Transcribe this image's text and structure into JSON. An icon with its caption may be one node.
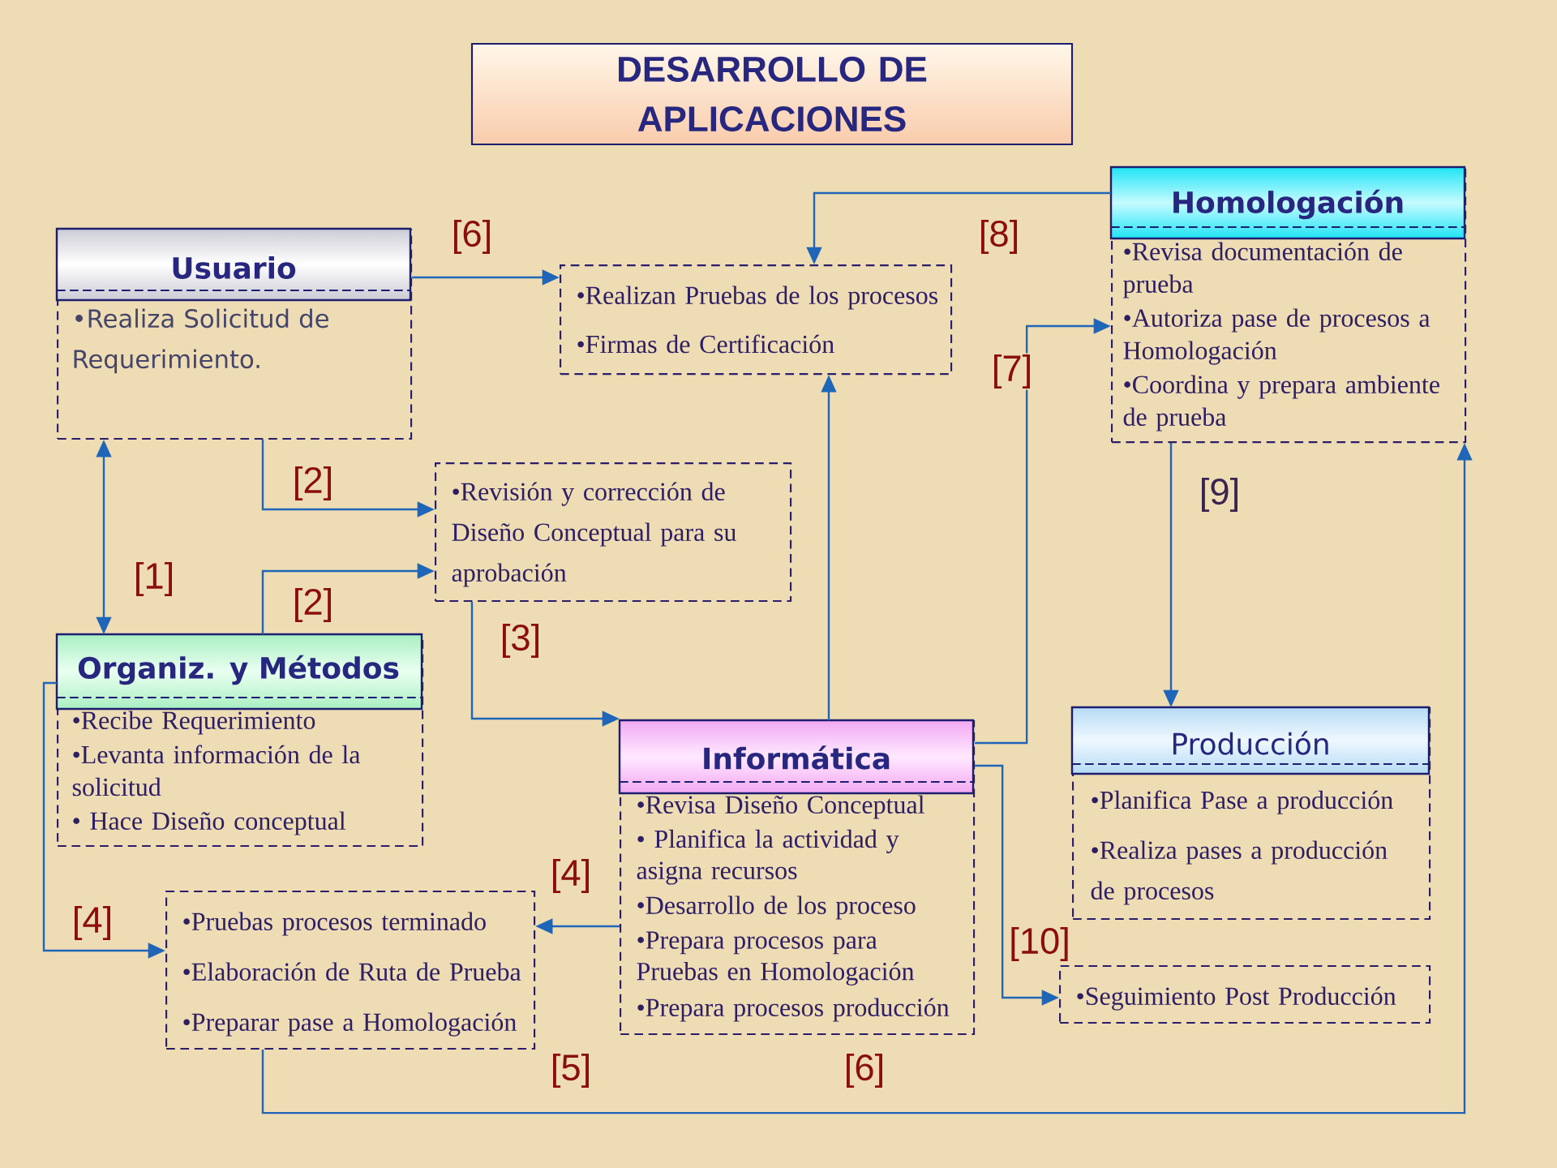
{
  "diagram": {
    "title": "DESARROLLO DE APLICACIONES",
    "nodes": [
      {
        "text": [
          "Usuario",
          "•Realiza Solicitud de Requerimiento."
        ]
      },
      {
        "text": [
          "•Realizan Pruebas de los procesos",
          "•Firmas de Certificación"
        ]
      },
      {
        "text": [
          "Homologación",
          "•Revisa documentación de prueba",
          "•Autoriza pase de procesos a Homologación",
          "•Coordina y prepara ambiente de prueba"
        ]
      },
      {
        "text": [
          "•Revisión y corrección de Diseño Conceptual para su aprobación"
        ]
      },
      {
        "text": [
          "Organiz. y Métodos",
          "•Recibe Requerimiento",
          "•Levanta información de la solicitud",
          "• Hace Diseño conceptual"
        ]
      },
      {
        "text": [
          "Informática",
          "•Revisa Diseño Conceptual",
          "• Planifica la actividad y asigna recursos",
          "•Desarrollo de los proceso",
          "•Prepara procesos para Pruebas en Homologación",
          "•Prepara procesos producción"
        ]
      },
      {
        "text": [
          "Producción",
          "•Planifica Pase a producción",
          "•Realiza pases a producción de procesos"
        ]
      },
      {
        "text": [
          "•Pruebas procesos terminado",
          "•Elaboración de Ruta de Prueba",
          "•Preparar pase a Homologación"
        ]
      },
      {
        "text": [
          "•Seguimiento Post Producción"
        ]
      }
    ],
    "edges": [
      {
        "from": 0,
        "to": 4,
        "arrow": "both",
        "label": "[1]"
      },
      {
        "from": 0,
        "to": 3,
        "arrow": "to",
        "label": "[2]"
      },
      {
        "from": 4,
        "to": 3,
        "arrow": "to",
        "label": "[2]"
      },
      {
        "from": 3,
        "to": 5,
        "arrow": "to",
        "label": "[3]"
      },
      {
        "from": 4,
        "to": 7,
        "arrow": "to",
        "label": "[4]"
      },
      {
        "from": 5,
        "to": 7,
        "arrow": "to",
        "label": "[4]"
      },
      {
        "from": 7,
        "to": 2,
        "arrow": "to",
        "label": "[5]"
      },
      {
        "from": 0,
        "to": 1,
        "arrow": "to",
        "label": "[6]"
      },
      {
        "from": 5,
        "to": 1,
        "arrow": "to"
      },
      {
        "from": 5,
        "to": 2,
        "arrow": "to",
        "label": "[7]"
      },
      {
        "from": 2,
        "to": 1,
        "arrow": "to",
        "label": "[8]"
      },
      {
        "from": 2,
        "to": 6,
        "arrow": "to",
        "label": "[9]"
      },
      {
        "from": 5,
        "to": 8,
        "arrow": "to",
        "label": "[10]"
      }
    ],
    "labels": [
      "[6]"
    ]
  }
}
